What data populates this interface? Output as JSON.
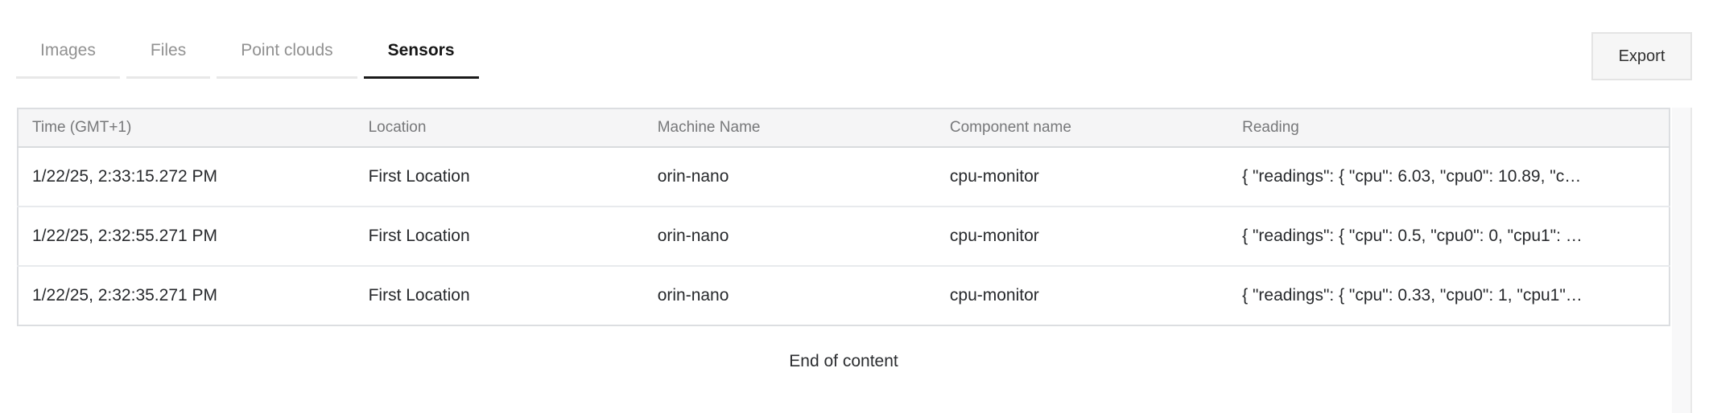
{
  "tabs": {
    "items": [
      {
        "label": "Images",
        "active": false
      },
      {
        "label": "Files",
        "active": false
      },
      {
        "label": "Point clouds",
        "active": false
      },
      {
        "label": "Sensors",
        "active": true
      }
    ]
  },
  "toolbar": {
    "export_label": "Export"
  },
  "table": {
    "columns": [
      "Time (GMT+1)",
      "Location",
      "Machine Name",
      "Component name",
      "Reading"
    ],
    "rows": [
      {
        "time": "1/22/25, 2:33:15.272 PM",
        "location": "First Location",
        "machine": "orin-nano",
        "component": "cpu-monitor",
        "reading": "{ \"readings\": { \"cpu\": 6.03, \"cpu0\": 10.89, \"c…"
      },
      {
        "time": "1/22/25, 2:32:55.271 PM",
        "location": "First Location",
        "machine": "orin-nano",
        "component": "cpu-monitor",
        "reading": "{ \"readings\": { \"cpu\": 0.5, \"cpu0\": 0, \"cpu1\": …"
      },
      {
        "time": "1/22/25, 2:32:35.271 PM",
        "location": "First Location",
        "machine": "orin-nano",
        "component": "cpu-monitor",
        "reading": "{ \"readings\": { \"cpu\": 0.33, \"cpu0\": 1, \"cpu1\"…"
      }
    ]
  },
  "footer": {
    "end_message": "End of content"
  },
  "colors": {
    "active_tab_underline": "#1a1a1a",
    "inactive_tab_underline": "#e8e8e8",
    "header_bg": "#f5f5f6",
    "header_text": "#77787a",
    "cell_text": "#27292c",
    "table_border": "#dcdee1",
    "row_divider": "#e8eaed",
    "export_bg": "#f6f6f6",
    "export_border": "#e4e4e4"
  }
}
